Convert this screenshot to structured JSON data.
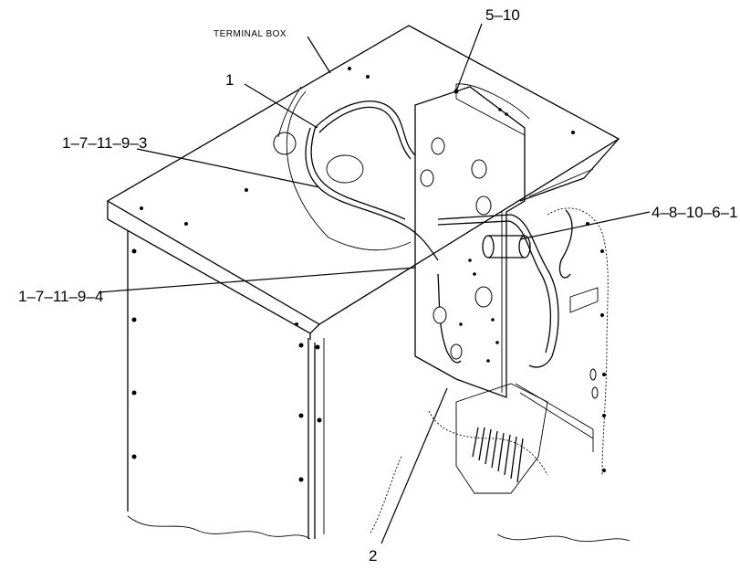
{
  "labels": {
    "terminal_box": "TERMINAL BOX",
    "callout_1": "1",
    "callout_5_10": "5–10",
    "callout_1_7_11_9_3": "1–7–11–9–3",
    "callout_4_8_10_6_1": "4–8–10–6–1",
    "callout_1_7_11_9_4": "1–7–11–9–4",
    "callout_2": "2"
  }
}
